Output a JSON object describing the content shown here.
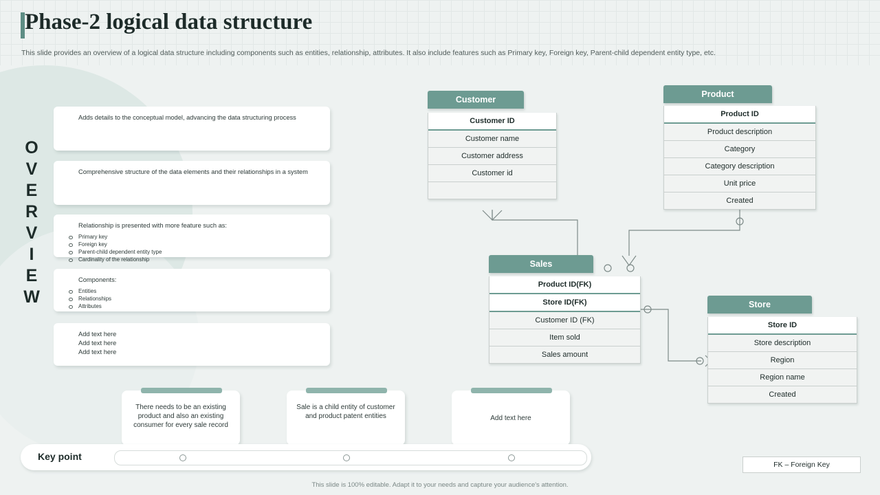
{
  "header": {
    "title": "Phase-2 logical data structure",
    "subtitle": "This slide provides an overview of a logical data structure including components such as entities, relationship, attributes. It also include features such as Primary key,  Foreign key,  Parent-child dependent entity type,  etc."
  },
  "overview": {
    "letters": [
      "O",
      "V",
      "E",
      "R",
      "V",
      "I",
      "E",
      "W"
    ],
    "cards": [
      {
        "text": "Adds details to the conceptual model,  advancing the data structuring process"
      },
      {
        "text": "Comprehensive structure of the data elements and their relationships in a system"
      },
      {
        "text": "Relationship is presented with more feature such as:",
        "list": [
          "Primary key",
          "Foreign key",
          "Parent-child dependent  entity type",
          "Cardinality of the relationship"
        ]
      },
      {
        "text": "Components:",
        "list": [
          "Entities",
          "Relationships",
          "Attributes"
        ]
      },
      {
        "lines": [
          "Add text here",
          "Add text here",
          "Add text here"
        ]
      }
    ]
  },
  "entities": [
    {
      "name": "Customer",
      "rows": [
        {
          "label": "Customer ID",
          "pk": true
        },
        {
          "label": "Customer name",
          "pk": false
        },
        {
          "label": "Customer address",
          "pk": false
        },
        {
          "label": "Customer id",
          "pk": false
        },
        {
          "label": "",
          "pk": false,
          "blank": true
        }
      ]
    },
    {
      "name": "Product",
      "rows": [
        {
          "label": "Product ID",
          "pk": true
        },
        {
          "label": "Product description",
          "pk": false
        },
        {
          "label": "Category",
          "pk": false
        },
        {
          "label": "Category  description",
          "pk": false
        },
        {
          "label": "Unit price",
          "pk": false
        },
        {
          "label": "Created",
          "pk": false
        }
      ]
    },
    {
      "name": "Sales",
      "rows": [
        {
          "label": "Product ID(FK)",
          "pk": true
        },
        {
          "label": "Store ID(FK)",
          "pk": true
        },
        {
          "label": "Customer  ID (FK)",
          "pk": false
        },
        {
          "label": "Item sold",
          "pk": false
        },
        {
          "label": "Sales amount",
          "pk": false
        }
      ]
    },
    {
      "name": "Store",
      "rows": [
        {
          "label": "Store ID",
          "pk": true
        },
        {
          "label": "Store description",
          "pk": false
        },
        {
          "label": "Region",
          "pk": false
        },
        {
          "label": "Region  name",
          "pk": false
        },
        {
          "label": "Created",
          "pk": false
        }
      ]
    }
  ],
  "notes": [
    {
      "text": "There needs to be an existing product and also an existing consumer for every  sale record"
    },
    {
      "text": "Sale is a child entity of customer and product patent entities"
    },
    {
      "text": "Add text here"
    }
  ],
  "key_point": {
    "label": "Key point"
  },
  "legend": {
    "fk": "FK – Foreign Key"
  },
  "footer": {
    "text": "This slide is 100% editable. Adapt it to your needs and capture your audience's attention."
  },
  "colors": {
    "accent": "#6d9b92",
    "background": "#eef2f1",
    "title": "#1d2b29"
  }
}
